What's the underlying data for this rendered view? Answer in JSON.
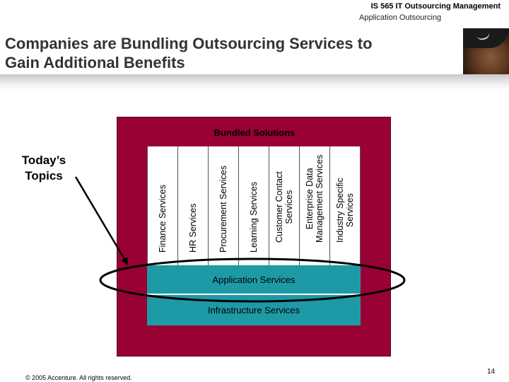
{
  "header": {
    "course_title": "IS 565 IT Outsourcing Management",
    "section": "Application Outsourcing"
  },
  "slide": {
    "title_line1": "Companies are Bundling Outsourcing Services to",
    "title_line2": "Gain Additional Benefits"
  },
  "callout": {
    "line1": "Today’s",
    "line2": "Topics"
  },
  "diagram": {
    "bundled_label": "Bundled Solutions",
    "services": [
      "Finance Services",
      "HR Services",
      "Procurement Services",
      "Learning Services",
      "Customer Contact\nServices",
      "Enterprise Data\nManagement Services",
      "Industry Specific\nServices"
    ],
    "application_layer": "Application Services",
    "infrastructure_layer": "Infrastructure Services",
    "colors": {
      "frame": "#990033",
      "layer": "#1d9aa6",
      "column": "#ffffff"
    }
  },
  "footer": {
    "copyright": "© 2005 Accenture. All rights reserved.",
    "page_number": "14"
  }
}
